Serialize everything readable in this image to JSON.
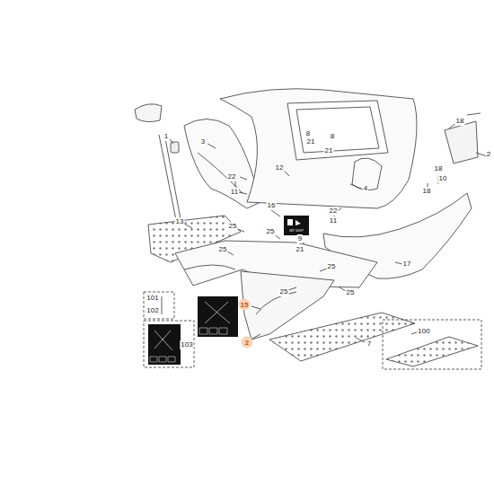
{
  "diagram": {
    "labels": [
      "1",
      "3",
      "8",
      "21",
      "8",
      "21",
      "18",
      "2",
      "22",
      "12",
      "11",
      "4",
      "18",
      "10",
      "18",
      "16",
      "MT 5097",
      "22",
      "11",
      "13",
      "25",
      "25",
      "9",
      "21",
      "25",
      "17",
      "25",
      "25",
      "25",
      "101",
      "102",
      "15",
      "103",
      "2",
      "7",
      "100"
    ]
  }
}
